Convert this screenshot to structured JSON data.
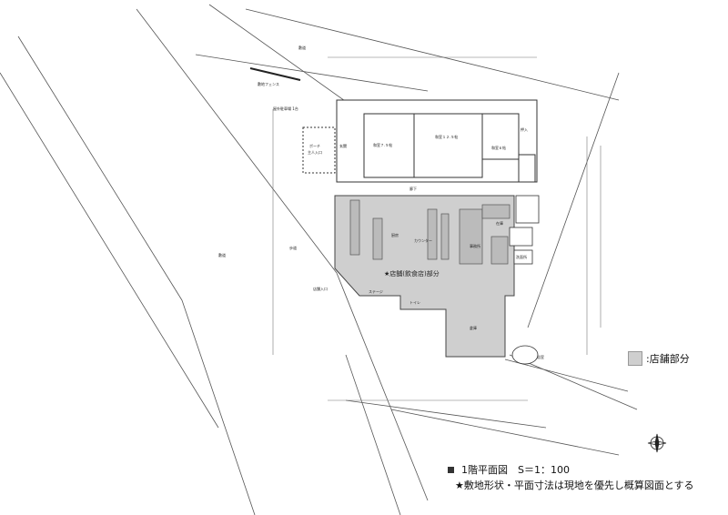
{
  "labels": {
    "road_top": "敷道",
    "fence": "敷地フェンス",
    "parking": "屋外駐車場 1台",
    "porch": "ポーチ",
    "porch2": "主人入口",
    "genkan": "玄関",
    "room1": "和室７.５帖",
    "room2": "和室１２.５帖",
    "room3": "和室６帖",
    "oshiire": "押入",
    "engawa": "廊下",
    "road_left": "敷道",
    "side_road": "歩道",
    "kitchen1": "厨房",
    "counter": "カウンター",
    "store_label": "★店舗(飲食店)部分",
    "entrance": "店舗入口",
    "stage": "ステージ",
    "toilet": "トイレ",
    "bath": "浴室",
    "storage": "倉庫",
    "washroom": "洗面所",
    "stock": "在庫",
    "office": "事務所"
  },
  "legend": {
    "text": ":店舗部分"
  },
  "caption": {
    "title": "1階平面図　S＝1：100"
  },
  "note": {
    "text": "★敷地形状・平面寸法は現地を優先し概算図面とする"
  },
  "colors": {
    "shop_fill": "#cfcfcf",
    "line": "#555555"
  }
}
